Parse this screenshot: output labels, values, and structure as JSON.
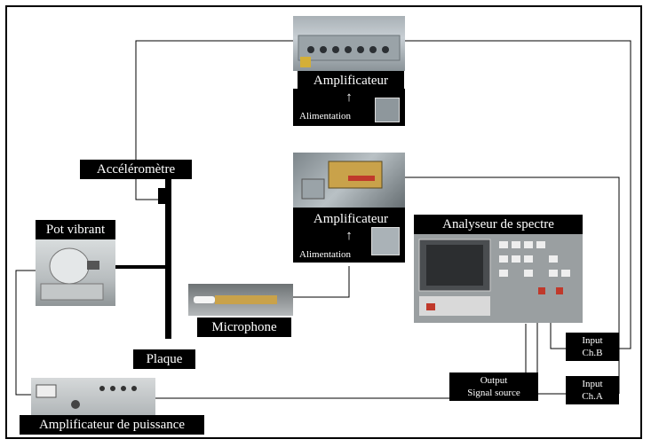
{
  "labels": {
    "amp_top": "Amplificateur",
    "alim_top": "Alimentation",
    "amp_mid": "Amplificateur",
    "alim_mid": "Alimentation",
    "accelerometre": "Accéléromètre",
    "pot_vibrant": "Pot vibrant",
    "analyseur": "Analyseur de spectre",
    "microphone": "Microphone",
    "plaque": "Plaque",
    "amp_puissance": "Amplificateur de puissance",
    "output_line1": "Output",
    "output_line2": "Signal source",
    "input_b_line1": "Input",
    "input_b_line2": "Ch.B",
    "input_a_line1": "Input",
    "input_a_line2": "Ch.A",
    "arrow_symbol": "↑"
  },
  "colors": {
    "background": "#ffffff",
    "wire": "#000000",
    "label_bg": "#000000",
    "label_text": "#ffffff"
  }
}
